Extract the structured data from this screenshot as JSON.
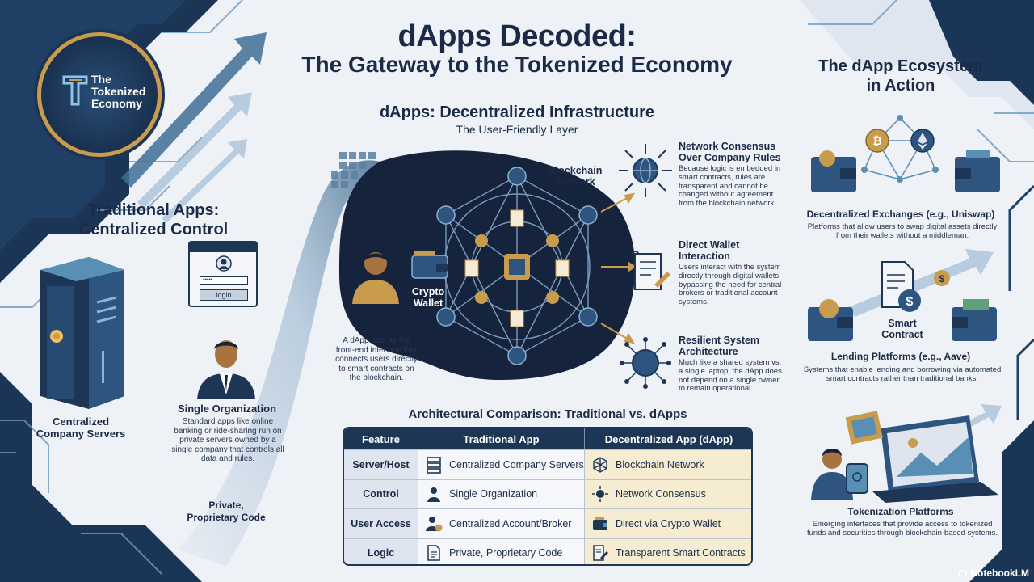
{
  "header": {
    "title_line1": "dApps Decoded:",
    "title_line2": "The Gateway to the Tokenized Economy",
    "logo_text_line1": "The",
    "logo_text_line2": "Tokenized",
    "logo_text_line3": "Economy"
  },
  "traditional": {
    "title_line1": "Traditional Apps:",
    "title_line2": "Centralized Control",
    "login_label": "login",
    "server_label_line1": "Centralized",
    "server_label_line2": "Company Servers",
    "org_title": "Single Organization",
    "org_desc": "Standard apps like online banking or ride-sharing run on private servers owned by a single company that controls all data and rules.",
    "code_label_line1": "Private,",
    "code_label_line2": "Proprietary Code"
  },
  "dapps": {
    "title": "dApps: Decentralized Infrastructure",
    "subtitle": "The User-Friendly Layer",
    "wallet_label_line1": "Crypto",
    "wallet_label_line2": "Wallet",
    "network_label_line1": "Blockchain",
    "network_label_line2": "Network",
    "caption": "A dApp acts as the front-end interface that connects users directly to smart contracts on the blockchain.",
    "features": [
      {
        "title": "Network Consensus Over Company Rules",
        "desc": "Because logic is embedded in smart contracts, rules are transparent and cannot be changed without agreement from the blockchain network."
      },
      {
        "title": "Direct Wallet Interaction",
        "desc": "Users interact with the system directly through digital wallets, bypassing the need for central brokers or traditional account systems."
      },
      {
        "title": "Resilient System Architecture",
        "desc": "Much like a shared system vs. a single laptop, the dApp does not depend on a single owner to remain operational."
      }
    ]
  },
  "comparison": {
    "title": "Architectural Comparison: Traditional vs. dApps",
    "headers": [
      "Feature",
      "Traditional App",
      "Decentralized App (dApp)"
    ],
    "rows": [
      {
        "feature": "Server/Host",
        "traditional": "Centralized Company Servers",
        "dapp": "Blockchain Network"
      },
      {
        "feature": "Control",
        "traditional": "Single Organization",
        "dapp": "Network Consensus"
      },
      {
        "feature": "User Access",
        "traditional": "Centralized Account/Broker",
        "dapp": "Direct via Crypto Wallet"
      },
      {
        "feature": "Logic",
        "traditional": "Private, Proprietary Code",
        "dapp": "Transparent Smart Contracts"
      }
    ]
  },
  "ecosystem": {
    "title_line1": "The dApp Ecosystem",
    "title_line2": "in Action",
    "items": [
      {
        "title": "Decentralized Exchanges (e.g., Uniswap)",
        "desc": "Platforms that allow users to swap digital assets directly from their wallets without a middleman."
      },
      {
        "title": "Lending Platforms (e.g., Aave)",
        "desc": "Systems that enable lending and borrowing via automated smart contracts rather than traditional banks."
      },
      {
        "title": "Tokenization Platforms",
        "desc": "Emerging interfaces that provide access to tokenized funds and securities through blockchain-based systems."
      }
    ],
    "smart_contract_line1": "Smart",
    "smart_contract_line2": "Contract"
  },
  "footer": {
    "brand": "NotebookLM"
  },
  "colors": {
    "navy": "#1e3656",
    "dark_navy": "#16233d",
    "gold": "#c99b4d",
    "teal": "#5a8fb5",
    "background": "#eef1f6"
  }
}
